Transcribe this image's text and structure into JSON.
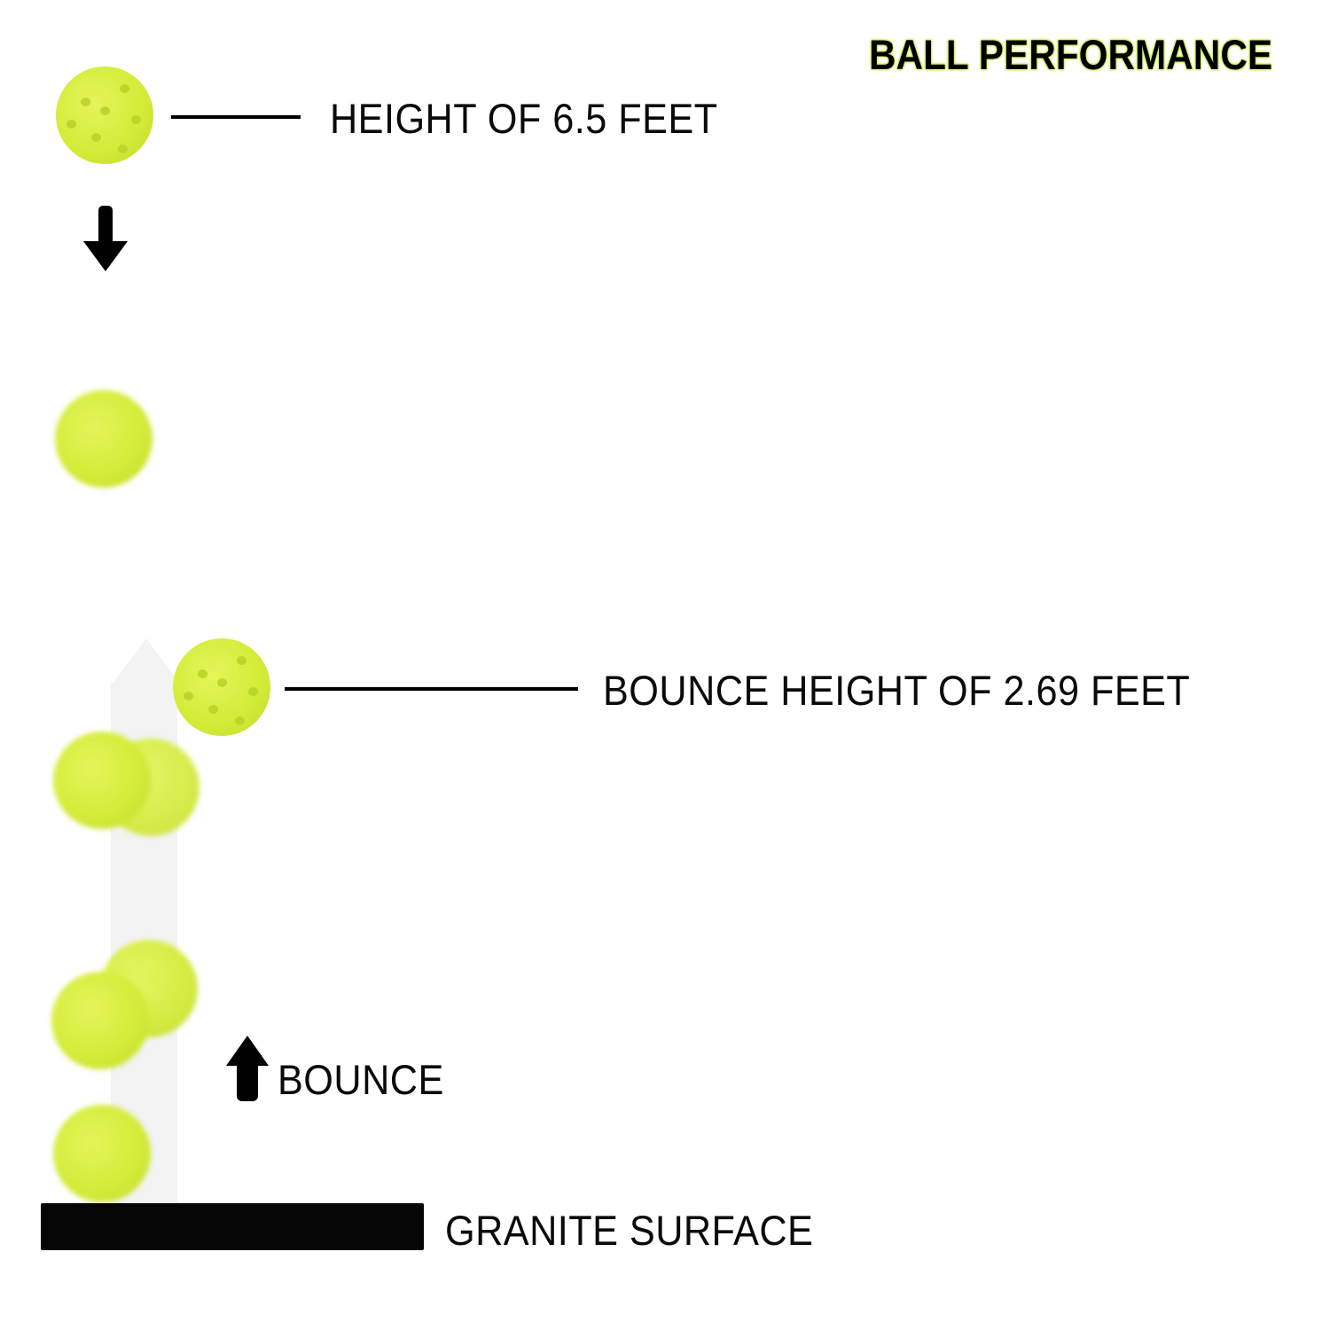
{
  "title": "BALL PERFORMANCE",
  "labels": {
    "drop_height": "HEIGHT OF 6.5 FEET",
    "bounce_height": "BOUNCE HEIGHT OF 2.69 FEET",
    "bounce": "BOUNCE",
    "surface": "GRANITE SURFACE"
  },
  "colors": {
    "ball": "#d4ec3a",
    "title_glow": "#d4f06a",
    "surface": "#050505"
  }
}
